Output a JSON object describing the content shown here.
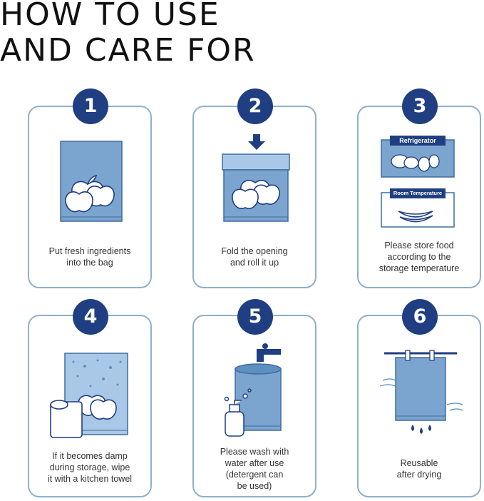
{
  "title": {
    "line1": "HOW TO USE",
    "line2": "AND CARE FOR"
  },
  "colors": {
    "badge": "#1f3f82",
    "card_border": "#8fb0cc",
    "bag": "#7ba4cf",
    "bag_light": "#a9c8e8",
    "text": "#333333"
  },
  "steps": [
    {
      "number": "1",
      "icon": "apple-bag-icon",
      "caption": [
        "Put fresh ingredients",
        "into the bag"
      ]
    },
    {
      "number": "2",
      "icon": "fold-bag-icon",
      "caption": [
        "Fold the opening",
        "and roll it up"
      ]
    },
    {
      "number": "3",
      "icon": "storage-temperature-icon",
      "labels": {
        "fridge": "Refrigerator",
        "room": "Room Temperature"
      },
      "caption": [
        "Please store food",
        "according to the",
        "storage temperature"
      ]
    },
    {
      "number": "4",
      "icon": "kitchen-towel-icon",
      "caption": [
        "If it becomes damp",
        "during storage, wipe",
        "it with a kitchen towel"
      ]
    },
    {
      "number": "5",
      "icon": "faucet-wash-icon",
      "caption": [
        "Please wash with",
        "water after use",
        "(detergent can",
        "be used)"
      ]
    },
    {
      "number": "6",
      "icon": "hanging-bag-icon",
      "caption": [
        "Reusable",
        "after drying"
      ]
    }
  ]
}
